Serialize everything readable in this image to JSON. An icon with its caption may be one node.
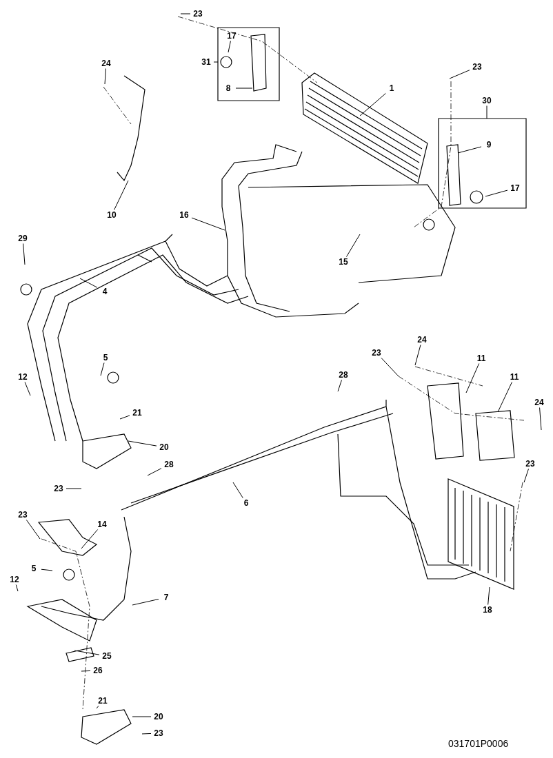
{
  "diagram": {
    "nodes": [
      {
        "text": [
          "23"
        ]
      },
      {
        "text": [
          "17"
        ]
      },
      {
        "text": [
          "31"
        ]
      },
      {
        "text": [
          "8"
        ]
      },
      {
        "text": [
          "1"
        ]
      },
      {
        "text": [
          "24"
        ]
      },
      {
        "text": [
          "23"
        ]
      },
      {
        "text": [
          "30"
        ]
      },
      {
        "text": [
          "9"
        ]
      },
      {
        "text": [
          "17"
        ]
      },
      {
        "text": [
          "10"
        ]
      },
      {
        "text": [
          "16"
        ]
      },
      {
        "text": [
          "29"
        ]
      },
      {
        "text": [
          "15"
        ]
      },
      {
        "text": [
          "4"
        ]
      },
      {
        "text": [
          "5"
        ]
      },
      {
        "text": [
          "12"
        ]
      },
      {
        "text": [
          "24"
        ]
      },
      {
        "text": [
          "23"
        ]
      },
      {
        "text": [
          "11"
        ]
      },
      {
        "text": [
          "11"
        ]
      },
      {
        "text": [
          "28"
        ]
      },
      {
        "text": [
          "21"
        ]
      },
      {
        "text": [
          "24"
        ]
      },
      {
        "text": [
          "20"
        ]
      },
      {
        "text": [
          "28"
        ]
      },
      {
        "text": [
          "23"
        ]
      },
      {
        "text": [
          "6"
        ]
      },
      {
        "text": [
          "23"
        ]
      },
      {
        "text": [
          "14"
        ]
      },
      {
        "text": [
          "23"
        ]
      },
      {
        "text": [
          "5"
        ]
      },
      {
        "text": [
          "12"
        ]
      },
      {
        "text": [
          "7"
        ]
      },
      {
        "text": [
          "18"
        ]
      },
      {
        "text": [
          "25"
        ]
      },
      {
        "text": [
          "26"
        ]
      },
      {
        "text": [
          "21"
        ]
      },
      {
        "text": [
          "20"
        ]
      },
      {
        "text": [
          "23"
        ]
      }
    ],
    "edges": [
      {
        "from": 0,
        "to": null,
        "arrow": "none"
      },
      {
        "from": 1,
        "to": null,
        "arrow": "none"
      },
      {
        "from": 2,
        "to": null,
        "arrow": "none"
      },
      {
        "from": 3,
        "to": null,
        "arrow": "none"
      },
      {
        "from": 4,
        "to": null,
        "arrow": "none"
      },
      {
        "from": 5,
        "to": null,
        "arrow": "none"
      },
      {
        "from": 6,
        "to": null,
        "arrow": "none"
      },
      {
        "from": 7,
        "to": null,
        "arrow": "none"
      },
      {
        "from": 8,
        "to": null,
        "arrow": "none"
      },
      {
        "from": 9,
        "to": null,
        "arrow": "none"
      },
      {
        "from": 10,
        "to": null,
        "arrow": "none"
      },
      {
        "from": 11,
        "to": null,
        "arrow": "none"
      },
      {
        "from": 12,
        "to": null,
        "arrow": "none"
      },
      {
        "from": 13,
        "to": null,
        "arrow": "none"
      },
      {
        "from": 14,
        "to": null,
        "arrow": "none"
      },
      {
        "from": 15,
        "to": null,
        "arrow": "none"
      },
      {
        "from": 16,
        "to": null,
        "arrow": "none"
      },
      {
        "from": 17,
        "to": null,
        "arrow": "none"
      },
      {
        "from": 18,
        "to": null,
        "arrow": "none"
      },
      {
        "from": 19,
        "to": null,
        "arrow": "none"
      },
      {
        "from": 20,
        "to": null,
        "arrow": "none"
      },
      {
        "from": 21,
        "to": null,
        "arrow": "none"
      },
      {
        "from": 22,
        "to": null,
        "arrow": "none"
      },
      {
        "from": 23,
        "to": null,
        "arrow": "none"
      },
      {
        "from": 24,
        "to": null,
        "arrow": "none"
      },
      {
        "from": 25,
        "to": null,
        "arrow": "none"
      },
      {
        "from": 26,
        "to": null,
        "arrow": "none"
      },
      {
        "from": 27,
        "to": null,
        "arrow": "none"
      },
      {
        "from": 28,
        "to": null,
        "arrow": "none"
      },
      {
        "from": 29,
        "to": null,
        "arrow": "none"
      },
      {
        "from": 30,
        "to": null,
        "arrow": "none"
      },
      {
        "from": 31,
        "to": null,
        "arrow": "none"
      },
      {
        "from": 32,
        "to": null,
        "arrow": "none"
      },
      {
        "from": 33,
        "to": null,
        "arrow": "none"
      },
      {
        "from": 34,
        "to": null,
        "arrow": "none"
      },
      {
        "from": 35,
        "to": null,
        "arrow": "none"
      },
      {
        "from": 36,
        "to": null,
        "arrow": "none"
      },
      {
        "from": 37,
        "to": null,
        "arrow": "none"
      },
      {
        "from": 38,
        "to": null,
        "arrow": "none"
      },
      {
        "from": 39,
        "to": null,
        "arrow": "none"
      }
    ],
    "labels": [
      "031701P0006"
    ]
  }
}
